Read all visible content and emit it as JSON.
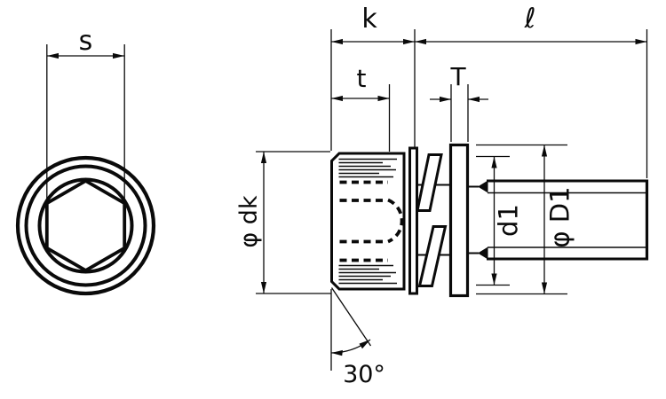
{
  "colors": {
    "line": "#0a0a0a",
    "background": "#ffffff"
  },
  "front_view": {
    "socket_across_flats_label": "s"
  },
  "side_view": {
    "head_height_label": "k",
    "length_label": "ℓ",
    "socket_depth_label": "t",
    "flat_washer_thickness_label": "T",
    "head_diameter_label": "φ dk",
    "spring_washer_diameter_label": "d1",
    "flat_washer_diameter_label": "φ D1",
    "head_chamfer_angle_label": "30°"
  }
}
